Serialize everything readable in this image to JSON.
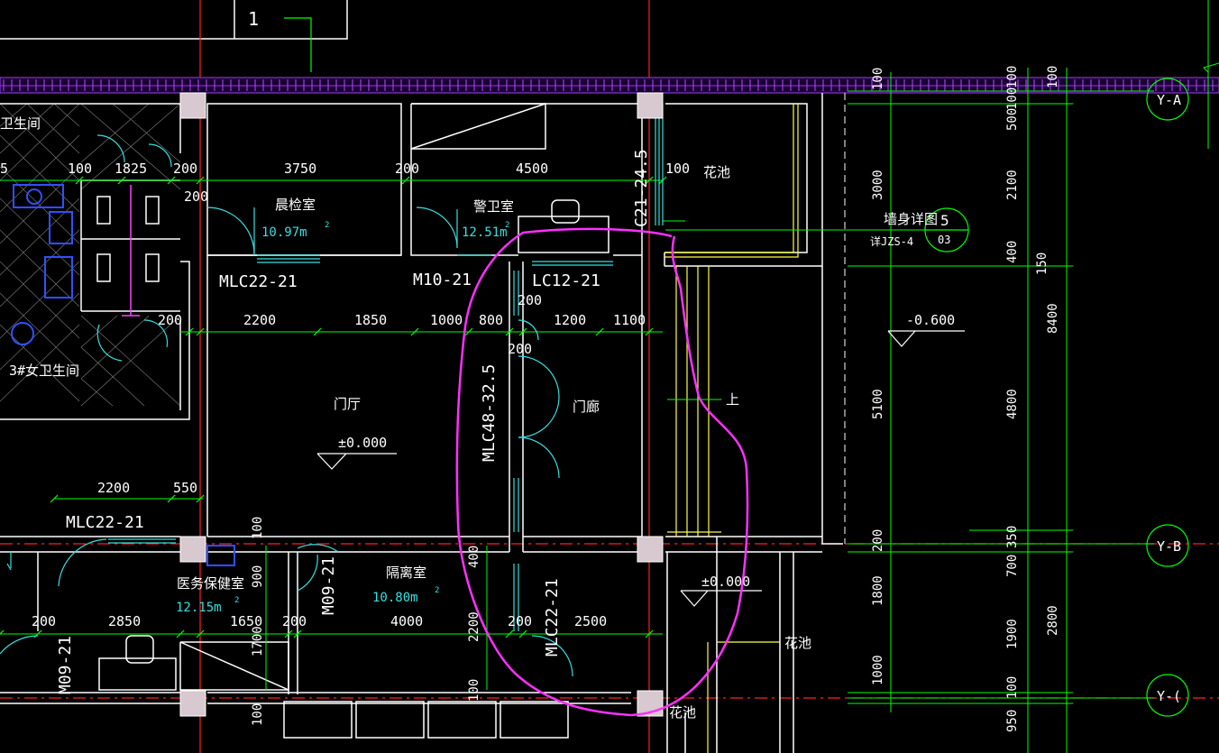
{
  "drawing": {
    "top_box_label": "1",
    "axes": {
      "a": "Y-A",
      "b": "Y-B",
      "c": "Y-("
    },
    "wall_section": {
      "label": "墙身详图",
      "ref": "详JZS-4",
      "num": "5",
      "sheet": "03"
    },
    "rooms": {
      "toilet_top": "卫生间",
      "toilet_bottom": "3#女卫生间",
      "check_room": "晨检室",
      "check_area": "10.97m",
      "check_sup": "2",
      "guard_room": "警卫室",
      "guard_area": "12.51m",
      "guard_sup": "2",
      "flower_top": "花池",
      "lobby": "门厅",
      "lobby_level": "±0.000",
      "corridor": "门廊",
      "up": "上",
      "medical": "医务保健室",
      "medical_area": "12.15m",
      "medical_sup": "2",
      "isolation": "隔离室",
      "isolation_area": "10.80m",
      "isolation_sup": "2",
      "level_right": "±0.000",
      "level_outside": "-0.600",
      "flower_mid": "花池",
      "flower_bottom": "花池"
    },
    "doors": {
      "mlc22_top": "MLC22-21",
      "m10": "M10-21",
      "lc12": "LC12-21",
      "c21": "C21-24.5",
      "mlc48": "MLC48-32.5",
      "mlc22_left": "MLC22-21",
      "m09_a": "M09-21",
      "m09_b": "M09-21",
      "mlc22_bottom": "MLC22-21"
    },
    "dims_h": {
      "d_100": "100",
      "d_1825": "1825",
      "d_200a": "200",
      "d_3750": "3750",
      "d_200b": "200",
      "d_4500": "4500",
      "d_100b": "100",
      "d_200c": "200",
      "d_2200": "2200",
      "d_1850": "1850",
      "d_1000": "1000",
      "d_800": "800",
      "d_200d": "200",
      "d_1200": "1200",
      "d_1100": "1100",
      "d_200e": "200",
      "d_200f": "200",
      "d_2200b": "2200",
      "d_550": "550",
      "d_200g": "200",
      "d_2850": "2850",
      "d_1650": "1650",
      "d_200h": "200",
      "d_4000": "4000",
      "d_200i": "200",
      "d_2500": "2500",
      "d_5": "5"
    },
    "dims_v": {
      "r1_100": "100",
      "r1_3000": "3000",
      "r1_5100": "5100",
      "r1_200": "200",
      "r1_1800": "1800",
      "r1_1000": "1000",
      "r2_100": "100",
      "r2_500": "500",
      "r2_2100": "2100",
      "r2_400": "400",
      "r2_4800": "4800",
      "r2_350": "350",
      "r2_700": "700",
      "r2_1900": "1900",
      "r2_100b": "100",
      "r2_950": "950",
      "r3_100": "100",
      "r3_150": "150",
      "r3_8400": "8400",
      "r3_2800": "2800",
      "r3_100b": "100",
      "i_100": "100",
      "i_900": "900",
      "i_1700": "1700",
      "i_400": "400",
      "i_2200": "2200",
      "i_100b": "100",
      "i_100c": "100"
    }
  }
}
